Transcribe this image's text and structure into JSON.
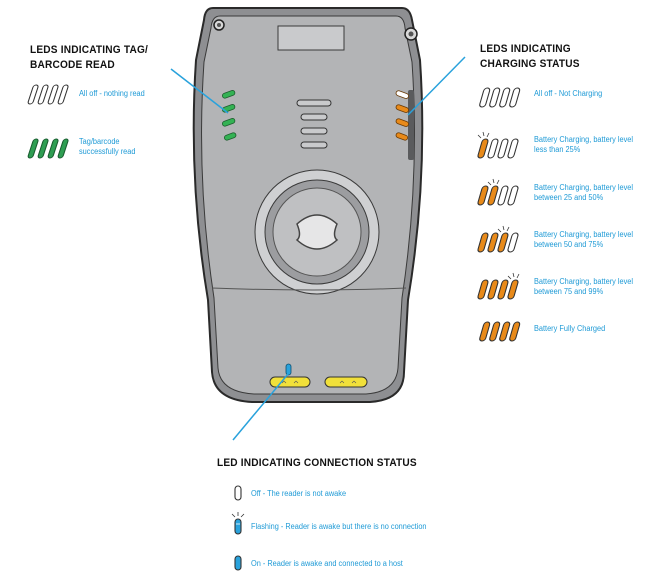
{
  "colors": {
    "green": "#2e9e52",
    "orange": "#e88a1a",
    "blue": "#29a2dc",
    "yellow": "#f1e03a",
    "device_body": "#b0b1b3",
    "caption": "#1e9ad6"
  },
  "tag_read": {
    "heading_line1": "LEDS INDICATING TAG/",
    "heading_line2": "BARCODE READ",
    "states": [
      {
        "icon": "four-empty-led-icon",
        "text": "All off - nothing read"
      },
      {
        "icon": "four-green-led-icon",
        "line1": "Tag/barcode",
        "line2": "successfully read"
      }
    ]
  },
  "charging": {
    "heading_line1": "LEDS INDICATING",
    "heading_line2": "CHARGING STATUS",
    "states": [
      {
        "icon": "charging-leds-off-icon",
        "line1": "All off - Not Charging",
        "line2": ""
      },
      {
        "icon": "charging-leds-under-25-icon",
        "line1": "Battery Charging, battery level",
        "line2": "less than 25%"
      },
      {
        "icon": "charging-leds-25-50-icon",
        "line1": "Battery Charging, battery level",
        "line2": "between 25 and 50%"
      },
      {
        "icon": "charging-leds-50-75-icon",
        "line1": "Battery Charging, battery level",
        "line2": "between 50 and 75%"
      },
      {
        "icon": "charging-leds-75-99-icon",
        "line1": "Battery Charging, battery level",
        "line2": "between 75 and 99%"
      },
      {
        "icon": "charging-leds-full-icon",
        "line1": "Battery Fully Charged",
        "line2": ""
      }
    ]
  },
  "connection": {
    "heading": "LED INDICATING CONNECTION STATUS",
    "states": [
      {
        "icon": "led-off-icon",
        "text": "Off - The reader is not awake"
      },
      {
        "icon": "led-flashing-icon",
        "text": "Flashing - Reader is awake but there is no connection"
      },
      {
        "icon": "led-on-icon",
        "text": "On - Reader is awake and connected to a host"
      }
    ]
  }
}
